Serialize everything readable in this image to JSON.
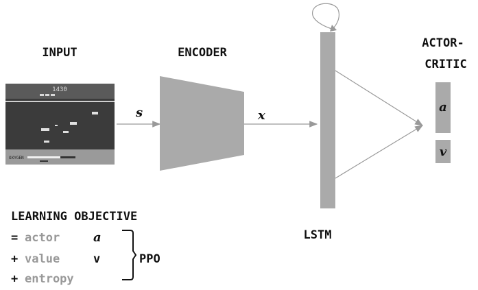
{
  "labels": {
    "input": "INPUT",
    "encoder": "ENCODER",
    "lstm": "LSTM",
    "actor_critic_line1": "ACTOR-",
    "actor_critic_line2": "CRITIC",
    "s": "s",
    "x": "x",
    "a": "a",
    "v": "v"
  },
  "objective": {
    "title": "LEARNING OBJECTIVE",
    "terms": [
      {
        "op": "=",
        "name": "actor",
        "symbol": "a"
      },
      {
        "op": "+",
        "name": "value",
        "symbol": "v"
      },
      {
        "op": "+",
        "name": "entropy",
        "symbol": ""
      }
    ],
    "bracket_label": "PPO"
  },
  "game": {
    "score": "1430",
    "oxygen_label": "OXYGEN"
  },
  "colors": {
    "shape_fill": "#aaaaaa",
    "arrow": "#999999",
    "text": "#111111",
    "muted_text": "#999999",
    "game_bg": "#3b3b3b",
    "game_floor": "#9a9a9a"
  }
}
